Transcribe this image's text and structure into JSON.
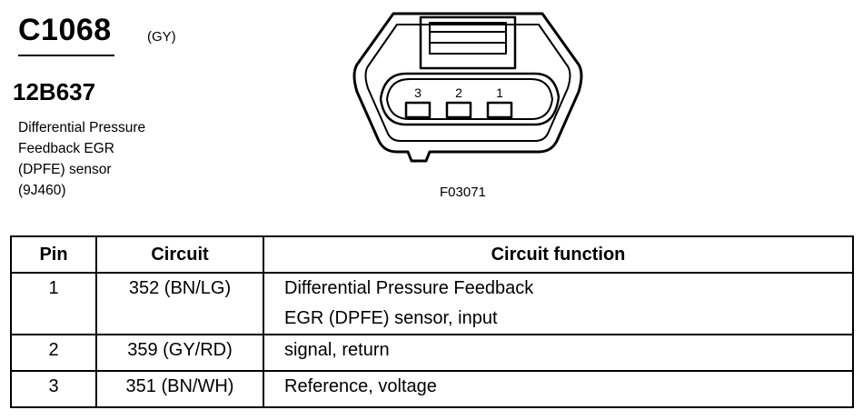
{
  "header": {
    "connector_id": "C1068",
    "color_code": "(GY)",
    "part_number": "12B637",
    "description_lines": [
      "Differential Pressure",
      "Feedback EGR",
      "(DPFE) sensor",
      "(9J460)"
    ]
  },
  "diagram": {
    "pin_labels": [
      "3",
      "2",
      "1"
    ],
    "figure_code": "F03071"
  },
  "table": {
    "headers": [
      "Pin",
      "Circuit",
      "Circuit function"
    ],
    "rows": [
      {
        "pin": "1",
        "circuit": "352 (BN/LG)",
        "function": [
          "Differential Pressure Feedback",
          "EGR (DPFE) sensor, input"
        ]
      },
      {
        "pin": "2",
        "circuit": "359 (GY/RD)",
        "function": [
          "signal, return"
        ]
      },
      {
        "pin": "3",
        "circuit": "351 (BN/WH)",
        "function": [
          "Reference, voltage"
        ]
      }
    ]
  }
}
